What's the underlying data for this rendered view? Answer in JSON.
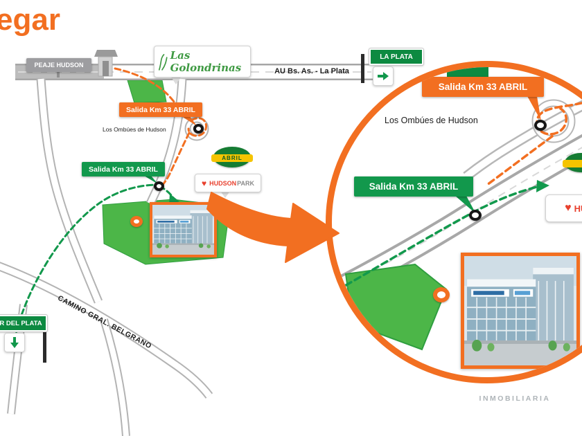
{
  "title": {
    "partial_text": "egar"
  },
  "map": {
    "peaje_sign": "PEAJE HUDSON",
    "golondrinas_sign": "Las Golondrinas",
    "highway_label": "AU Bs. As. - La Plata",
    "la_plata_sign": "LA PLATA",
    "salida_orange_sign": "Salida Km 33 ABRIL",
    "ombues_label": "Los Ombúes de Hudson",
    "abril_logo": "ABRIL",
    "hudson_park_sign": {
      "hudson": "HUDSON",
      "park": "PARK"
    },
    "salida_green_sign": "Salida Km 33 ABRIL",
    "camino_label": "CAMINO GRAL. BELGRANO",
    "mar_del_plata_sign": "R DEL PLATA"
  },
  "zoom": {
    "salida_orange_sign": "Salida Km 33 ABRIL",
    "ombues_label": "Los Ombúes de Hudson",
    "salida_green_sign": "Salida Km 33 ABRIL",
    "hudson_park_partial": "HUD"
  },
  "watermark": "INMOBILIARIA",
  "icons": {
    "heart": "♥"
  },
  "colors": {
    "orange": "#F26F21",
    "green": "#12984C",
    "green_dark": "#0D8A41",
    "sign_gray": "#9D9DA0"
  }
}
